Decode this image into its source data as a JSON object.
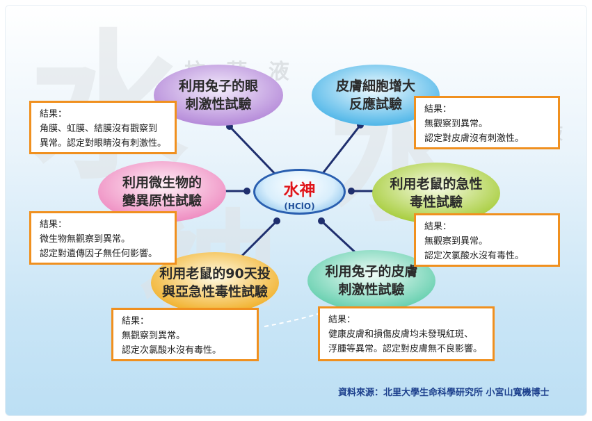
{
  "watermark": {
    "big_left": "水",
    "big_mid": "水",
    "big_bottom": "神",
    "banner": "抗 菌 液",
    "small": "液"
  },
  "center": {
    "title": "水神",
    "subtitle": "(HClO)"
  },
  "nodes": {
    "eye": {
      "line1": "利用兔子的眼",
      "line2": "刺激性試驗"
    },
    "skin_cell": {
      "line1": "皮膚細胞增大",
      "line2": "反應試驗"
    },
    "microbe": {
      "line1": "利用微生物的",
      "line2": "變異原性試驗"
    },
    "mouse_acute": {
      "line1": "利用老鼠的急性",
      "line2": "毒性試驗"
    },
    "mouse_90": {
      "line1": "利用老鼠的90天投",
      "line2": "與亞急性毒性試驗"
    },
    "rabbit_skin": {
      "line1": "利用兔子的皮膚",
      "line2": "刺激性試驗"
    }
  },
  "results": {
    "eye": {
      "label": "結果：",
      "line1": "角膜、虹膜、結膜沒有觀察到",
      "line2": "異常。認定對眼睛沒有刺激性。"
    },
    "skin_cell": {
      "label": "結果：",
      "line1": "無觀察到異常。",
      "line2": "認定對皮膚沒有刺激性。"
    },
    "microbe": {
      "label": "結果：",
      "line1": "微生物無觀察到異常。",
      "line2": "認定對遺傳因子無任何影響。"
    },
    "mouse_acute": {
      "label": "結果：",
      "line1": "無觀察到異常。",
      "line2": "認定次氯酸水沒有毒性。"
    },
    "mouse_90": {
      "label": "結果：",
      "line1": "無觀察到異常。",
      "line2": "認定次氯酸水沒有毒性。"
    },
    "rabbit_skin": {
      "label": "結果：",
      "line1": "健康皮膚和損傷皮膚均未發現紅斑、",
      "line2": "浮腫等異常。認定對皮膚無不良影響。"
    }
  },
  "source": "資料來源：北里大學生命科學研究所 小宮山寬機博士",
  "colors": {
    "box_border": "#f0901f",
    "connector": "#1f2f6e",
    "title_red": "#e0161b"
  }
}
